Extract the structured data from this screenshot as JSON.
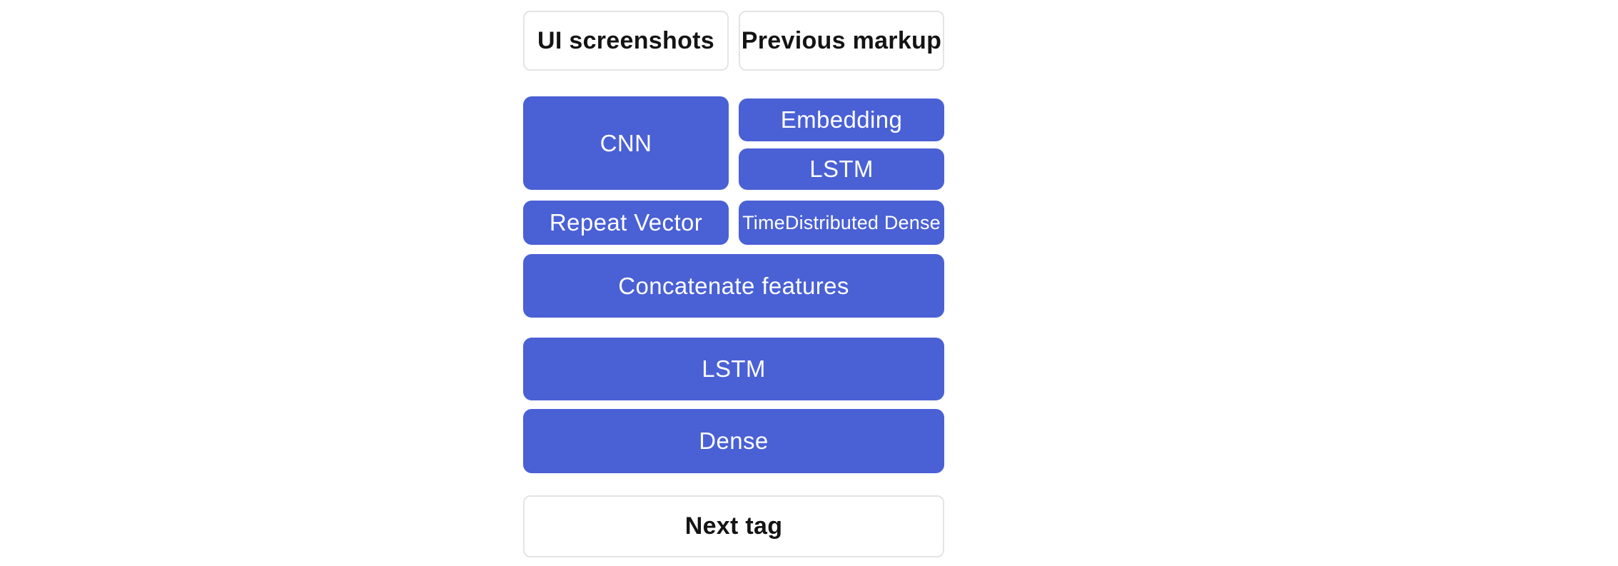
{
  "colors": {
    "node_blue": "#4a60d5",
    "io_border": "#e4e4e6",
    "node_text_light": "#ffffff",
    "node_text_dark": "#141414",
    "background": "#ffffff"
  },
  "diagram": {
    "inputs": [
      {
        "label": "UI screenshots"
      },
      {
        "label": "Previous markup"
      }
    ],
    "image_branch": {
      "cnn_label": "CNN",
      "repeat_vector_label": "Repeat Vector"
    },
    "markup_branch": {
      "embedding_label": "Embedding",
      "lstm_label": "LSTM",
      "time_distributed_label": "TimeDistributed Dense"
    },
    "decoder": {
      "concatenate_label": "Concatenate features",
      "lstm_label": "LSTM",
      "dense_label": "Dense"
    },
    "output": {
      "label": "Next tag"
    }
  }
}
